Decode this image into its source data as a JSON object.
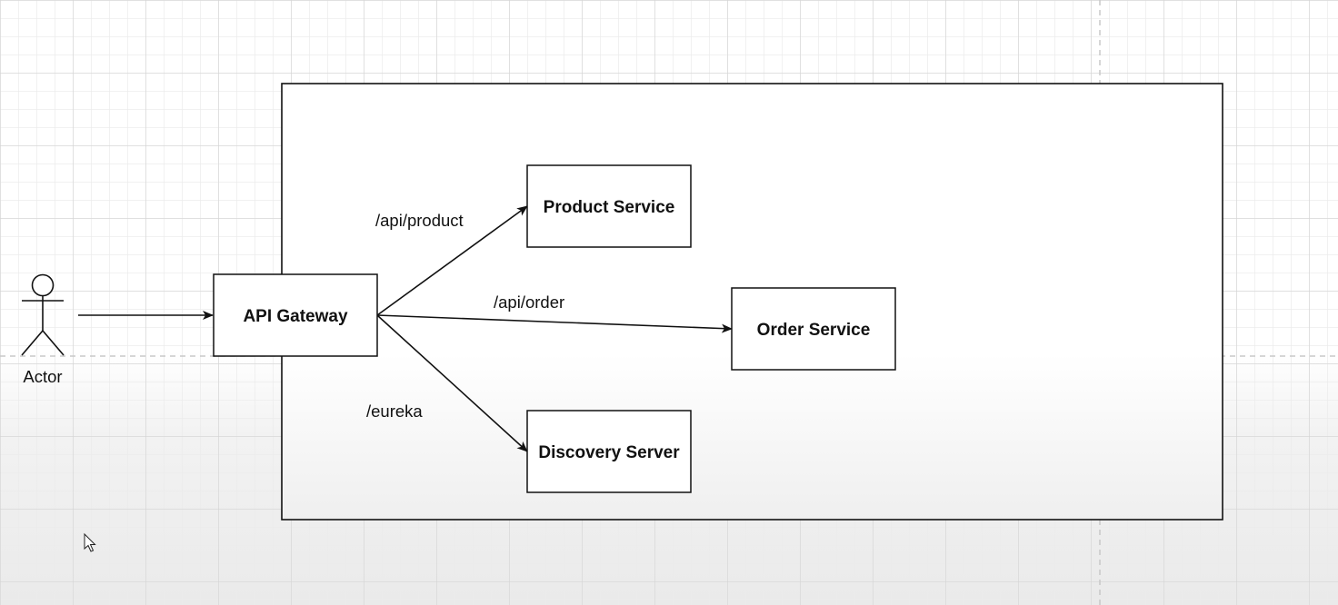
{
  "actor": {
    "label": "Actor",
    "icon": "stick-figure-icon"
  },
  "nodes": {
    "api_gateway": "API Gateway",
    "product_service": "Product Service",
    "order_service": "Order Service",
    "discovery_server": "Discovery Server"
  },
  "edges": {
    "product": "/api/product",
    "order": "/api/order",
    "eureka": "/eureka"
  },
  "cursor": {
    "icon": "mouse-pointer-icon"
  }
}
